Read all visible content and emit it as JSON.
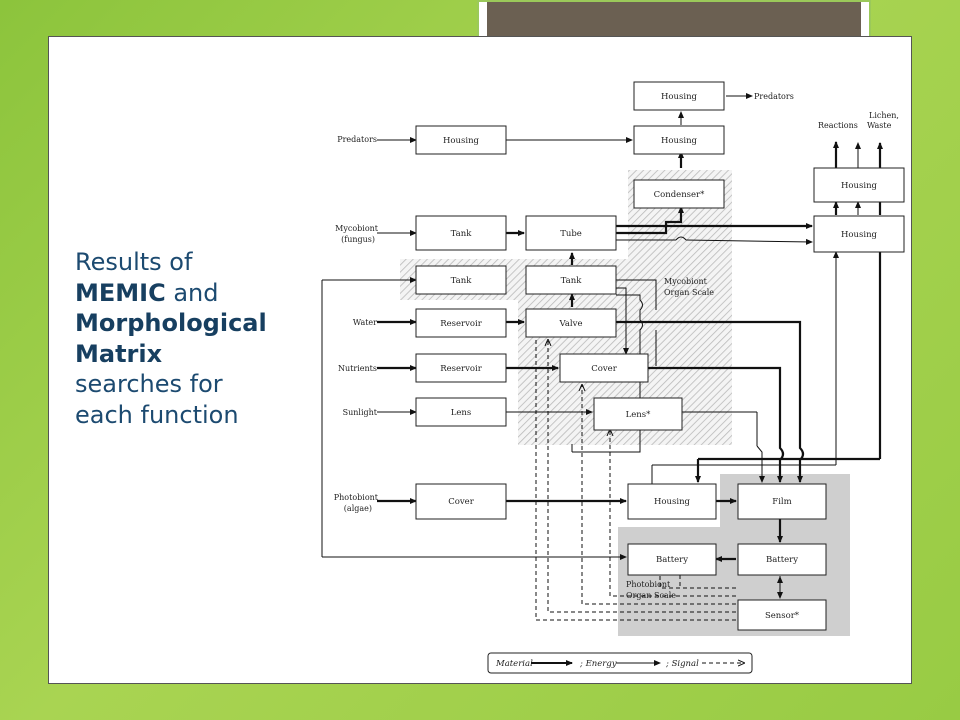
{
  "slide": {
    "text_line1": "Results of",
    "text_bold1": "MEMIC",
    "text_and": "and",
    "text_bold2": "Morphological",
    "text_bold3": "Matrix",
    "text_line4": "searches for",
    "text_line5": "each function"
  },
  "diagram": {
    "inputs": {
      "predators": "Predators",
      "mycobiont_1": "Mycobiont",
      "mycobiont_2": "(fungus)",
      "water": "Water",
      "nutrients": "Nutrients",
      "sunlight": "Sunlight",
      "photobiont_1": "Photobiont",
      "photobiont_2": "(algae)"
    },
    "outputs": {
      "predators": "Predators",
      "reactions": "Reactions",
      "lichen_1": "Lichen,",
      "lichen_2": "Waste"
    },
    "boxes": {
      "housing_top": "Housing",
      "housing_pred": "Housing",
      "housing_mid": "Housing",
      "condenser": "Condenser*",
      "housing_r1": "Housing",
      "housing_r2": "Housing",
      "tank1": "Tank",
      "tube": "Tube",
      "tank2": "Tank",
      "tank3": "Tank",
      "reservoir1": "Reservoir",
      "valve": "Valve",
      "reservoir2": "Reservoir",
      "cover1": "Cover",
      "lens": "Lens",
      "lens_star": "Lens*",
      "cover2": "Cover",
      "housing_photo": "Housing",
      "film": "Film",
      "battery1": "Battery",
      "battery2": "Battery",
      "sensor": "Sensor*"
    },
    "regions": {
      "mycobiont_1": "Mycobiont",
      "mycobiont_2": "Organ Scale",
      "photobiont_1": "Photobiont",
      "photobiont_2": "Organ Scale"
    },
    "legend": {
      "material": "Material",
      "energy": "; Energy",
      "signal": "; Signal"
    }
  }
}
